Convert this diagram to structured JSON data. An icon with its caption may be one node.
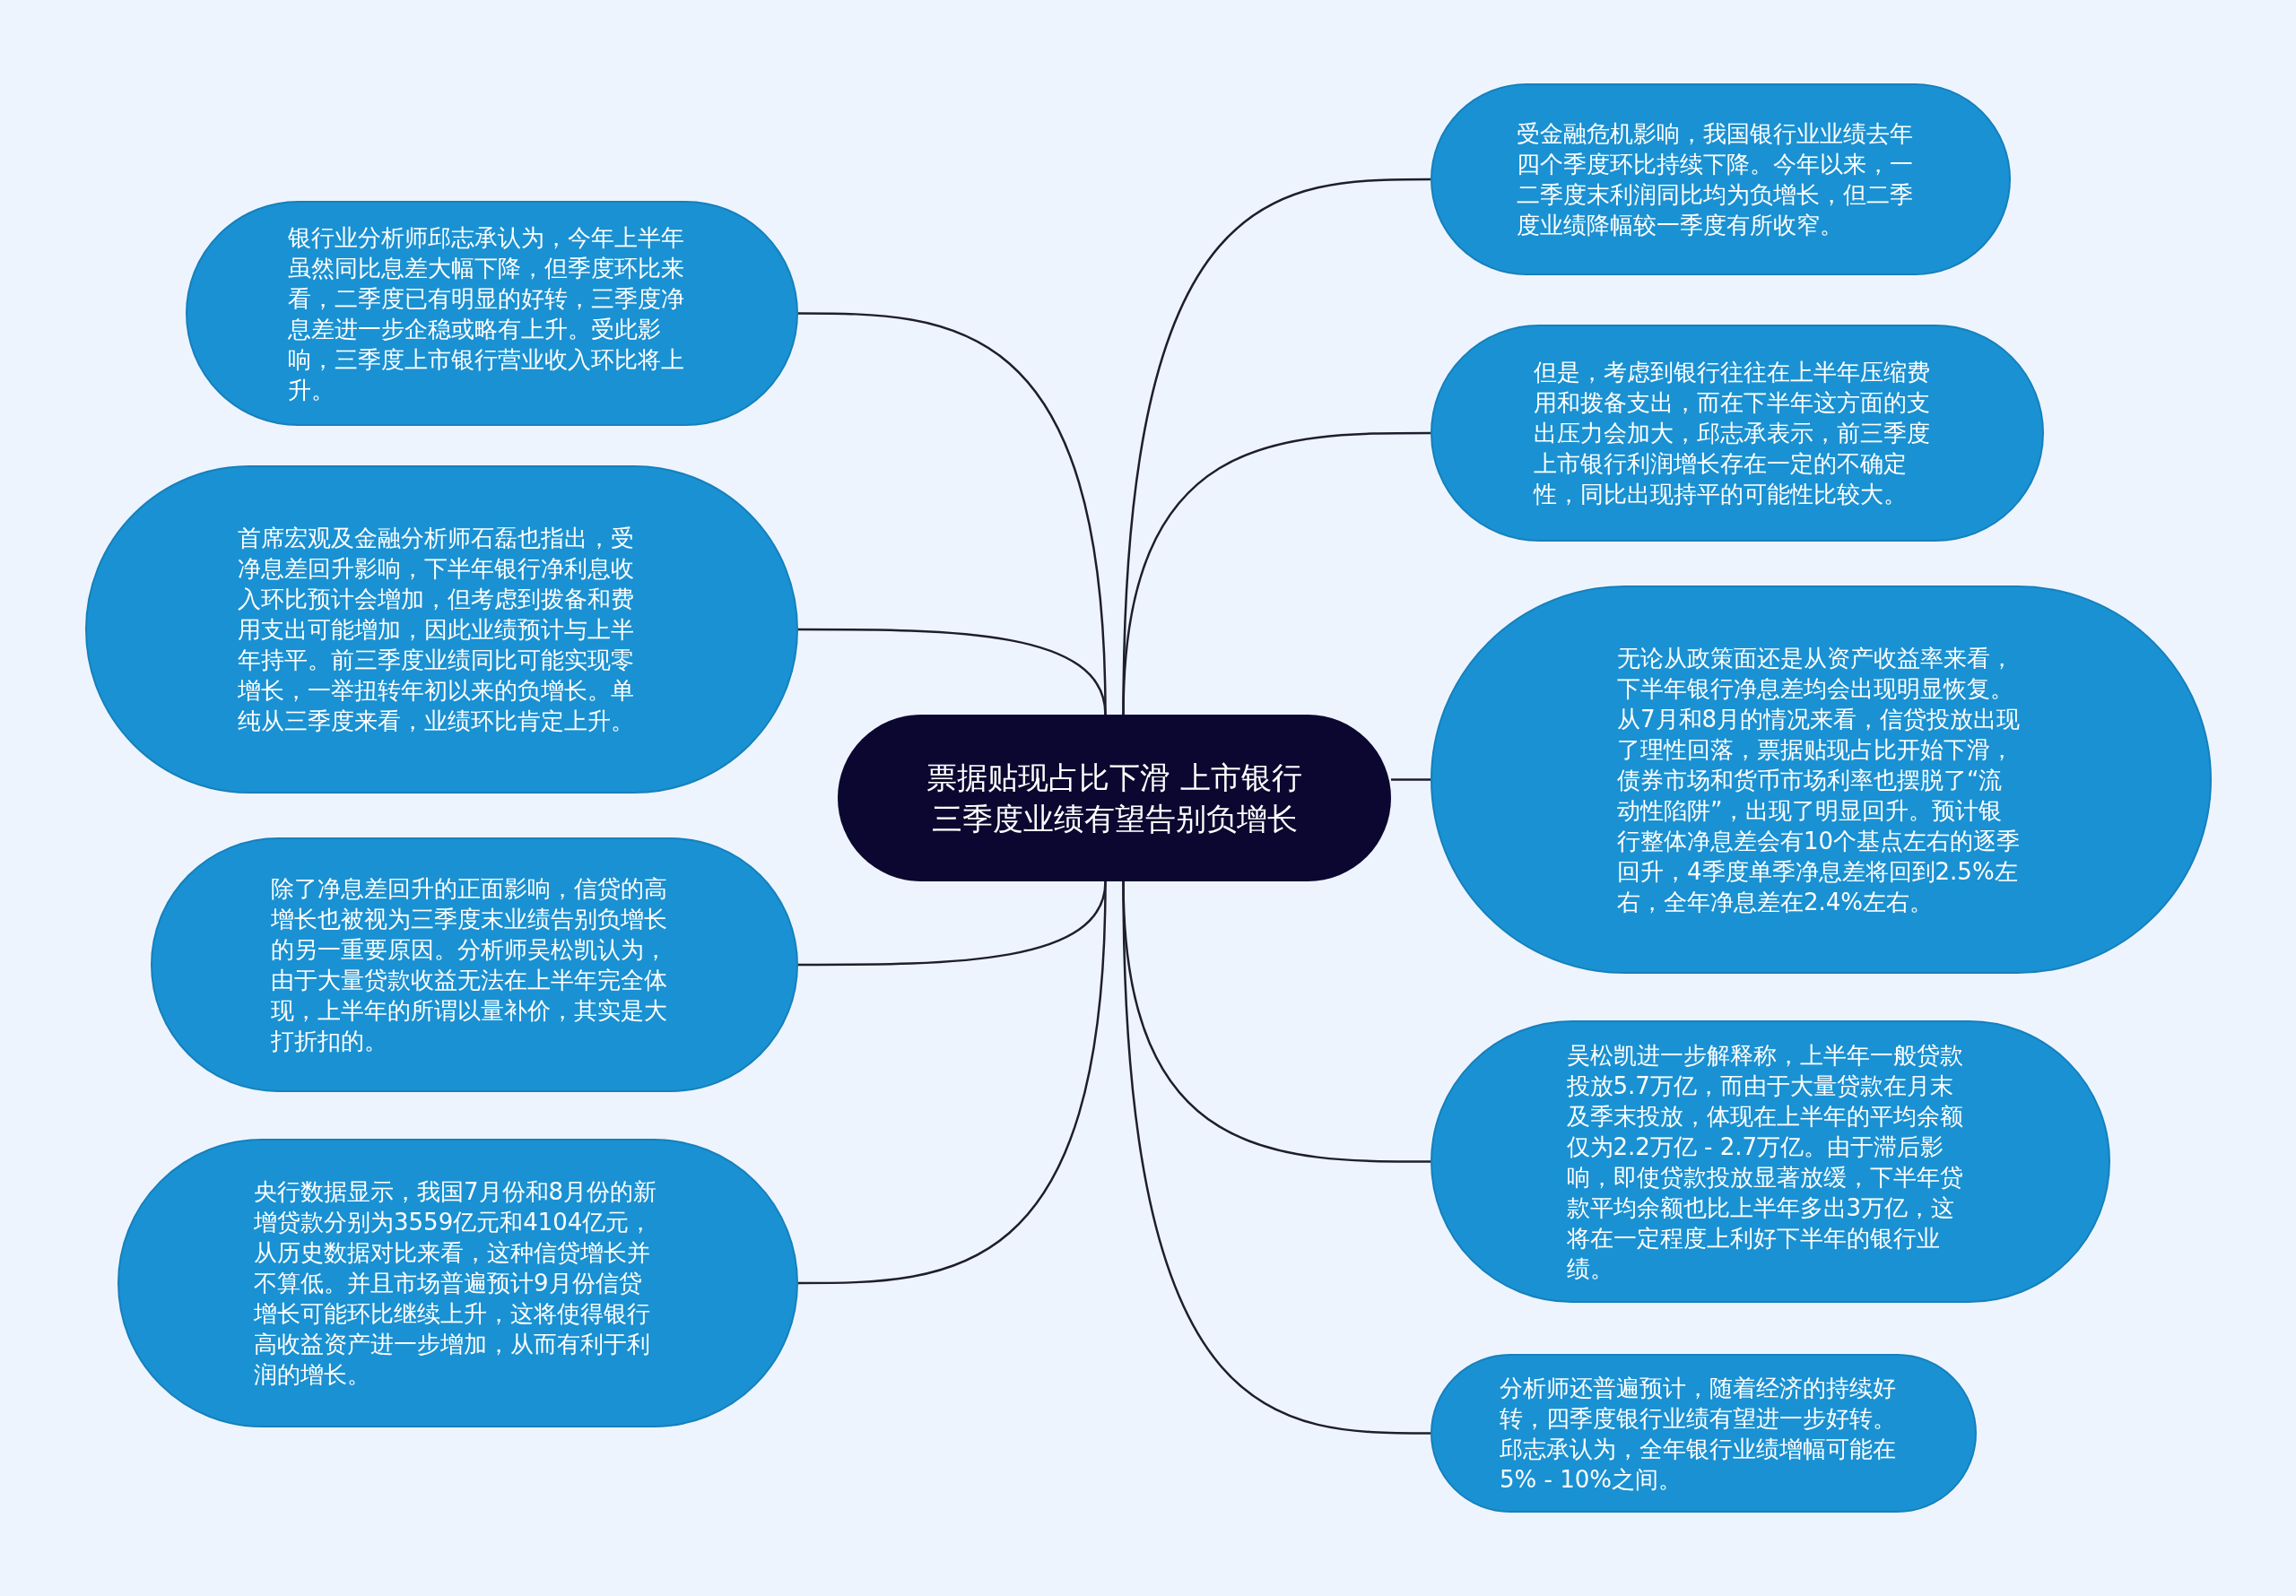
{
  "diagram": {
    "nodes": [
      {
        "text": [
          "票据贴现占比下滑 上市银行三季度业绩有望告别负增长"
        ]
      },
      {
        "text": [
          "银行业分析师邱志承认为，今年上半年虽然同比息差大幅下降，但季度环比来看，二季度已有明显的好转，三季度净息差进一步企稳或略有上升。受此影响，三季度上市银行营业收入环比将上升。"
        ]
      },
      {
        "text": [
          "首席宏观及金融分析师石磊也指出，受净息差回升影响，下半年银行净利息收入环比预计会增加，但考虑到拨备和费用支出可能增加，因此业绩预计与上半年持平。前三季度业绩同比可能实现零增长，一举扭转年初以来的负增长。单纯从三季度来看，业绩环比肯定上升。"
        ]
      },
      {
        "text": [
          "除了净息差回升的正面影响，信贷的高增长也被视为三季度末业绩告别负增长的另一重要原因。分析师吴松凯认为，由于大量贷款收益无法在上半年完全体现，上半年的所谓以量补价，其实是大打折扣的。"
        ]
      },
      {
        "text": [
          "央行数据显示，我国7月份和8月份的新增贷款分别为3559亿元和4104亿元，从历史数据对比来看，这种信贷增长并不算低。并且市场普遍预计9月份信贷增长可能环比继续上升，这将使得银行高收益资产进一步增加，从而有利于利润的增长。"
        ]
      },
      {
        "text": [
          "受金融危机影响，我国银行业业绩去年四个季度环比持续下降。今年以来，一二季度末利润同比均为负增长，但二季度业绩降幅较一季度有所收窄。"
        ]
      },
      {
        "text": [
          "但是，考虑到银行往往在上半年压缩费用和拨备支出，而在下半年这方面的支出压力会加大，邱志承表示，前三季度上市银行利润增长存在一定的不确定性，同比出现持平的可能性比较大。"
        ]
      },
      {
        "text": [
          "无论从政策面还是从资产收益率来看，下半年银行净息差均会出现明显恢复。从7月和8月的情况来看，信贷投放出现了理性回落，票据贴现占比开始下滑，债券市场和货币市场利率也摆脱了“流动性陷阱”，出现了明显回升。预计银行整体净息差会有10个基点左右的逐季回升，4季度单季净息差将回到2.5%左右，全年净息差在2.4%左右。"
        ]
      },
      {
        "text": [
          "吴松凯进一步解释称，上半年一般贷款投放5.7万亿，而由于大量贷款在月末及季末投放，体现在上半年的平均余额仅为2.2万亿 - 2.7万亿。由于滞后影响，即使贷款投放显著放缓，下半年贷款平均余额也比上半年多出3万亿，这将在一定程度上利好下半年的银行业绩。"
        ]
      },
      {
        "text": [
          "分析师还普遍预计，随着经济的持续好转，四季度银行业绩有望进一步好转。邱志承认为，全年银行业绩增幅可能在5% - 10%之间。"
        ]
      }
    ],
    "edges": [
      {
        "from": 0,
        "to": 1,
        "arrow": "none"
      },
      {
        "from": 0,
        "to": 2,
        "arrow": "none"
      },
      {
        "from": 0,
        "to": 3,
        "arrow": "none"
      },
      {
        "from": 0,
        "to": 4,
        "arrow": "none"
      },
      {
        "from": 0,
        "to": 5,
        "arrow": "none"
      },
      {
        "from": 0,
        "to": 6,
        "arrow": "none"
      },
      {
        "from": 0,
        "to": 7,
        "arrow": "none"
      },
      {
        "from": 0,
        "to": 8,
        "arrow": "none"
      },
      {
        "from": 0,
        "to": 9,
        "arrow": "none"
      }
    ]
  }
}
